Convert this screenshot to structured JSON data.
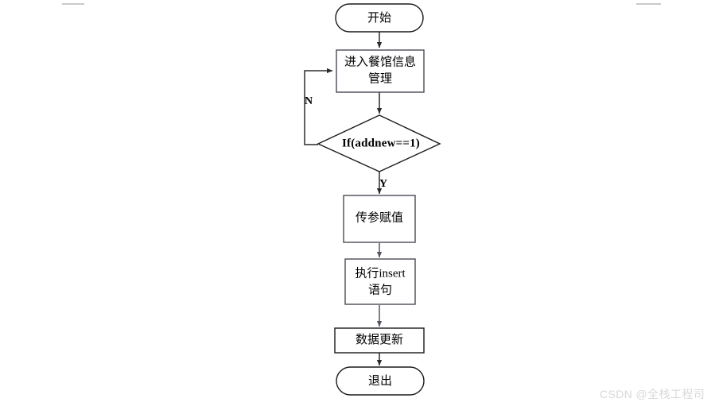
{
  "diagram": {
    "type": "flowchart",
    "title": "",
    "orientation": "top-to-bottom",
    "nodes": [
      {
        "id": "start",
        "shape": "stadium",
        "label": "开始"
      },
      {
        "id": "enter",
        "shape": "rectangle",
        "label_line1": "进入餐馆信息",
        "label_line2": "管理"
      },
      {
        "id": "condition",
        "shape": "diamond",
        "label": "If(addnew==1)"
      },
      {
        "id": "assign",
        "shape": "rectangle",
        "label": "传参赋值"
      },
      {
        "id": "insert",
        "shape": "rectangle",
        "label_line1": "执行insert",
        "label_line2": "语句"
      },
      {
        "id": "refresh",
        "shape": "rectangle",
        "label": "数据更新"
      },
      {
        "id": "exit",
        "shape": "stadium",
        "label": "退出"
      }
    ],
    "edge_labels": {
      "no_branch": "N",
      "yes_branch": "Y"
    }
  },
  "watermark": {
    "text": "CSDN @全栈工程司"
  },
  "rules": {
    "left_rule": "",
    "right_rule": ""
  }
}
